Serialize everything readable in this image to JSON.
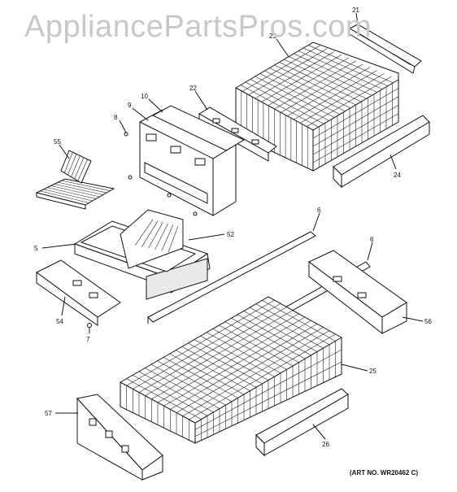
{
  "watermark": "AppliancePartsPros.com",
  "art_number": "(ART NO. WR20462 C)",
  "callouts": [
    {
      "label": "21"
    },
    {
      "label": "23"
    },
    {
      "label": "22"
    },
    {
      "label": "10"
    },
    {
      "label": "9"
    },
    {
      "label": "8"
    },
    {
      "label": "55"
    },
    {
      "label": "24"
    },
    {
      "label": "6"
    },
    {
      "label": "6"
    },
    {
      "label": "5"
    },
    {
      "label": "52"
    },
    {
      "label": "54"
    },
    {
      "label": "7"
    },
    {
      "label": "56"
    },
    {
      "label": "25"
    },
    {
      "label": "57"
    },
    {
      "label": "26"
    }
  ]
}
